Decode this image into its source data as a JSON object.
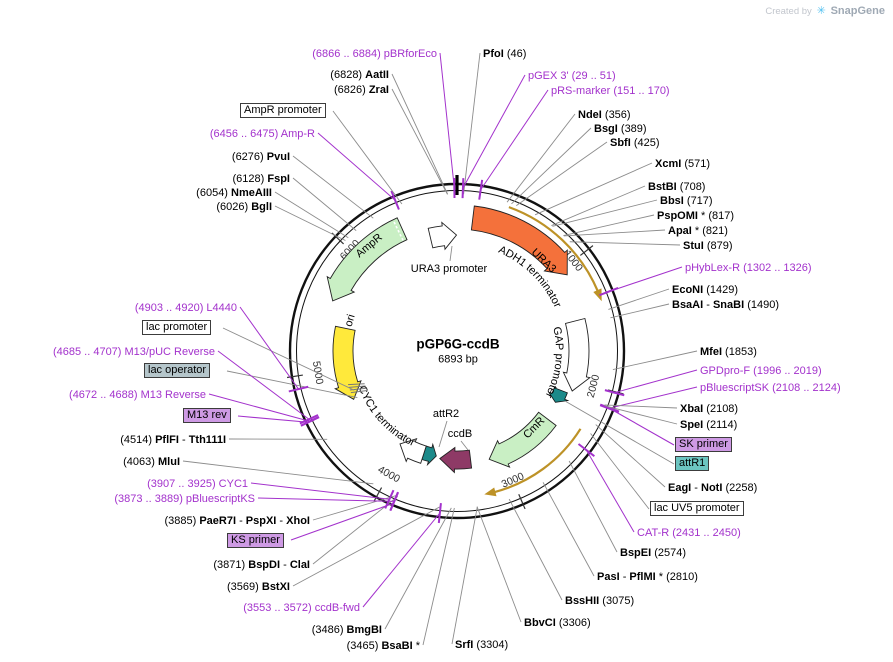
{
  "watermark": {
    "created_by": "Created by",
    "brand": "SnapGene"
  },
  "plasmid": {
    "name": "pGP6G-ccdB",
    "size_label": "6893 bp",
    "length_bp": 6893
  },
  "tick_labels": [
    "1000",
    "2000",
    "3000",
    "4000",
    "5000",
    "6000"
  ],
  "colors": {
    "primer": "#A332CC",
    "leader": "#8C8C8C",
    "gold": "#BD9227",
    "ring": "#111111",
    "tick": "#333333",
    "box_purple": "#CE9AE4",
    "box_teal": "#6CC5C1",
    "box_gray": "#B5C6CB",
    "box_white": "#FFFFFF"
  },
  "features": [
    {
      "id": "ampr",
      "label": "AmpR",
      "fill": "#C9EFC4"
    },
    {
      "id": "ura3prom",
      "label": "URA3 promoter",
      "fill": "#FFFFFF"
    },
    {
      "id": "ura3",
      "label": "URA3",
      "fill": "#F4713B"
    },
    {
      "id": "adh1",
      "label": "ADH1 terminator",
      "fill": "#FFFFFF"
    },
    {
      "id": "gapprom",
      "label": "GAP promoter",
      "fill": "#FFFFFF"
    },
    {
      "id": "cmr",
      "label": "CmR",
      "fill": "#C9EFC4"
    },
    {
      "id": "ccdb",
      "label": "ccdB",
      "fill": "#8E3A66"
    },
    {
      "id": "attr2",
      "label": "attR2",
      "fill": "#1C8A8A"
    },
    {
      "id": "cyc1t",
      "label": "CYC1 terminator",
      "fill": "#FFFFFF"
    },
    {
      "id": "ori",
      "label": "ori",
      "fill": "#FFE93B"
    }
  ],
  "labels": [
    {
      "id": "pbrforeco",
      "kind": "primer",
      "parts": [
        {
          "t": "(6866 .. 6884) pBRforEco",
          "b": 0
        }
      ]
    },
    {
      "id": "pfoi",
      "kind": "enzyme",
      "parts": [
        {
          "t": "PfoI",
          "b": 1
        },
        {
          "t": "  (46)",
          "b": 0
        }
      ]
    },
    {
      "id": "pgex3",
      "kind": "primer",
      "parts": [
        {
          "t": "pGEX 3'  (29 .. 51)",
          "b": 0
        }
      ]
    },
    {
      "id": "prsmarker",
      "kind": "primer",
      "parts": [
        {
          "t": "pRS-marker  (151 .. 170)",
          "b": 0
        }
      ]
    },
    {
      "id": "ndei",
      "kind": "enzyme",
      "parts": [
        {
          "t": "NdeI",
          "b": 1
        },
        {
          "t": "  (356)",
          "b": 0
        }
      ]
    },
    {
      "id": "bsgi",
      "kind": "enzyme",
      "parts": [
        {
          "t": "BsgI",
          "b": 1
        },
        {
          "t": "  (389)",
          "b": 0
        }
      ]
    },
    {
      "id": "sbfi",
      "kind": "enzyme",
      "parts": [
        {
          "t": "SbfI",
          "b": 1
        },
        {
          "t": "  (425)",
          "b": 0
        }
      ]
    },
    {
      "id": "xcmi",
      "kind": "enzyme",
      "parts": [
        {
          "t": "XcmI",
          "b": 1
        },
        {
          "t": "  (571)",
          "b": 0
        }
      ]
    },
    {
      "id": "bstbi",
      "kind": "enzyme",
      "parts": [
        {
          "t": "BstBI",
          "b": 1
        },
        {
          "t": "  (708)",
          "b": 0
        }
      ]
    },
    {
      "id": "bbsi",
      "kind": "enzyme",
      "parts": [
        {
          "t": "BbsI",
          "b": 1
        },
        {
          "t": "  (717)",
          "b": 0
        }
      ]
    },
    {
      "id": "pspomi",
      "kind": "enzyme",
      "parts": [
        {
          "t": "PspOMI",
          "b": 1
        },
        {
          "t": " *  (817)",
          "b": 0
        }
      ]
    },
    {
      "id": "apai",
      "kind": "enzyme",
      "parts": [
        {
          "t": "ApaI",
          "b": 1
        },
        {
          "t": " *  (821)",
          "b": 0
        }
      ]
    },
    {
      "id": "stui",
      "kind": "enzyme",
      "parts": [
        {
          "t": "StuI",
          "b": 1
        },
        {
          "t": "  (879)",
          "b": 0
        }
      ]
    },
    {
      "id": "phyblexr",
      "kind": "primer",
      "parts": [
        {
          "t": "pHybLex-R  (1302 .. 1326)",
          "b": 0
        }
      ]
    },
    {
      "id": "econi",
      "kind": "enzyme",
      "parts": [
        {
          "t": "EcoNI",
          "b": 1
        },
        {
          "t": "  (1429)",
          "b": 0
        }
      ]
    },
    {
      "id": "bsaai",
      "kind": "enzyme",
      "parts": [
        {
          "t": "BsaAI",
          "b": 1
        },
        {
          "t": " - ",
          "b": 0
        },
        {
          "t": "SnaBI",
          "b": 1
        },
        {
          "t": "  (1490)",
          "b": 0
        }
      ]
    },
    {
      "id": "mfei",
      "kind": "enzyme",
      "parts": [
        {
          "t": "MfeI",
          "b": 1
        },
        {
          "t": "  (1853)",
          "b": 0
        }
      ]
    },
    {
      "id": "gpdprof",
      "kind": "primer",
      "parts": [
        {
          "t": "GPDpro-F  (1996 .. 2019)",
          "b": 0
        }
      ]
    },
    {
      "id": "pbssk",
      "kind": "primer",
      "parts": [
        {
          "t": "pBluescriptSK  (2108 .. 2124)",
          "b": 0
        }
      ]
    },
    {
      "id": "xbai",
      "kind": "enzyme",
      "parts": [
        {
          "t": "XbaI",
          "b": 1
        },
        {
          "t": "  (2108)",
          "b": 0
        }
      ]
    },
    {
      "id": "spei",
      "kind": "enzyme",
      "parts": [
        {
          "t": "SpeI",
          "b": 1
        },
        {
          "t": "  (2114)",
          "b": 0
        }
      ]
    },
    {
      "id": "skprimer",
      "kind": "box",
      "text": "SK primer",
      "fill": "#CE9AE4"
    },
    {
      "id": "attr1",
      "kind": "box",
      "text": "attR1",
      "fill": "#6CC5C1"
    },
    {
      "id": "eagi",
      "kind": "enzyme",
      "parts": [
        {
          "t": "EagI",
          "b": 1
        },
        {
          "t": " - ",
          "b": 0
        },
        {
          "t": "NotI",
          "b": 1
        },
        {
          "t": "  (2258)",
          "b": 0
        }
      ]
    },
    {
      "id": "lacuv5",
      "kind": "box",
      "text": "lac UV5 promoter",
      "fill": "#FFFFFF"
    },
    {
      "id": "catr",
      "kind": "primer",
      "parts": [
        {
          "t": "CAT-R  (2431 .. 2450)",
          "b": 0
        }
      ]
    },
    {
      "id": "bspei",
      "kind": "enzyme",
      "parts": [
        {
          "t": "BspEI",
          "b": 1
        },
        {
          "t": "  (2574)",
          "b": 0
        }
      ]
    },
    {
      "id": "pasi",
      "kind": "enzyme",
      "parts": [
        {
          "t": "PasI",
          "b": 1
        },
        {
          "t": " - ",
          "b": 0
        },
        {
          "t": "PflMI",
          "b": 1
        },
        {
          "t": " *  (2810)",
          "b": 0
        }
      ]
    },
    {
      "id": "bsshii",
      "kind": "enzyme",
      "parts": [
        {
          "t": "BssHII",
          "b": 1
        },
        {
          "t": "  (3075)",
          "b": 0
        }
      ]
    },
    {
      "id": "bbvci",
      "kind": "enzyme",
      "parts": [
        {
          "t": "BbvCI",
          "b": 1
        },
        {
          "t": "  (3306)",
          "b": 0
        }
      ]
    },
    {
      "id": "srfi",
      "kind": "enzyme",
      "parts": [
        {
          "t": "SrfI",
          "b": 1
        },
        {
          "t": "  (3304)",
          "b": 0
        }
      ]
    },
    {
      "id": "bsabi",
      "kind": "enzyme",
      "parts": [
        {
          "t": "(3465) ",
          "b": 0
        },
        {
          "t": "BsaBI",
          "b": 1
        },
        {
          "t": " *",
          "b": 0
        }
      ]
    },
    {
      "id": "bmgbi",
      "kind": "enzyme",
      "parts": [
        {
          "t": "(3486) ",
          "b": 0
        },
        {
          "t": "BmgBI",
          "b": 1
        }
      ]
    },
    {
      "id": "ccdbfwd",
      "kind": "primer",
      "parts": [
        {
          "t": "(3553 .. 3572)  ccdB-fwd",
          "b": 0
        }
      ]
    },
    {
      "id": "bstxi",
      "kind": "enzyme",
      "parts": [
        {
          "t": "(3569) ",
          "b": 0
        },
        {
          "t": "BstXI",
          "b": 1
        }
      ]
    },
    {
      "id": "bspdi",
      "kind": "enzyme",
      "parts": [
        {
          "t": "(3871) ",
          "b": 0
        },
        {
          "t": "BspDI",
          "b": 1
        },
        {
          "t": " - ",
          "b": 0
        },
        {
          "t": "ClaI",
          "b": 1
        }
      ]
    },
    {
      "id": "ksprimer",
      "kind": "box",
      "text": "KS primer",
      "fill": "#CE9AE4"
    },
    {
      "id": "paer7i",
      "kind": "enzyme",
      "parts": [
        {
          "t": "(3885) ",
          "b": 0
        },
        {
          "t": "PaeR7I",
          "b": 1
        },
        {
          "t": " - ",
          "b": 0
        },
        {
          "t": "PspXI",
          "b": 1
        },
        {
          "t": " - ",
          "b": 0
        },
        {
          "t": "XhoI",
          "b": 1
        }
      ]
    },
    {
      "id": "pbsks",
      "kind": "primer",
      "parts": [
        {
          "t": "(3873 .. 3889)  pBluescriptKS",
          "b": 0
        }
      ]
    },
    {
      "id": "cyc1p",
      "kind": "primer",
      "parts": [
        {
          "t": "(3907 .. 3925)  CYC1",
          "b": 0
        }
      ]
    },
    {
      "id": "mlui",
      "kind": "enzyme",
      "parts": [
        {
          "t": "(4063) ",
          "b": 0
        },
        {
          "t": "MluI",
          "b": 1
        }
      ]
    },
    {
      "id": "pflfi",
      "kind": "enzyme",
      "parts": [
        {
          "t": "(4514) ",
          "b": 0
        },
        {
          "t": "PflFI",
          "b": 1
        },
        {
          "t": " - ",
          "b": 0
        },
        {
          "t": "Tth111I",
          "b": 1
        }
      ]
    },
    {
      "id": "m13rev",
      "kind": "box",
      "text": "M13 rev",
      "fill": "#CE9AE4"
    },
    {
      "id": "m13reverse",
      "kind": "primer",
      "parts": [
        {
          "t": "(4672 .. 4688)  M13 Reverse",
          "b": 0
        }
      ]
    },
    {
      "id": "lacop",
      "kind": "box",
      "text": "lac operator",
      "fill": "#B5C6CB"
    },
    {
      "id": "m13puc",
      "kind": "primer",
      "parts": [
        {
          "t": "(4685 .. 4707)  M13/pUC Reverse",
          "b": 0
        }
      ]
    },
    {
      "id": "lacprom",
      "kind": "box",
      "text": "lac promoter",
      "fill": "#FFFFFF"
    },
    {
      "id": "l4440",
      "kind": "primer",
      "parts": [
        {
          "t": "(4903 .. 4920)  L4440",
          "b": 0
        }
      ]
    },
    {
      "id": "bgli",
      "kind": "enzyme",
      "parts": [
        {
          "t": "(6026) ",
          "b": 0
        },
        {
          "t": "BglI",
          "b": 1
        }
      ]
    },
    {
      "id": "nmeaiii",
      "kind": "enzyme",
      "parts": [
        {
          "t": "(6054) ",
          "b": 0
        },
        {
          "t": "NmeAIII",
          "b": 1
        }
      ]
    },
    {
      "id": "fspi",
      "kind": "enzyme",
      "parts": [
        {
          "t": "(6128) ",
          "b": 0
        },
        {
          "t": "FspI",
          "b": 1
        }
      ]
    },
    {
      "id": "pvui",
      "kind": "enzyme",
      "parts": [
        {
          "t": "(6276) ",
          "b": 0
        },
        {
          "t": "PvuI",
          "b": 1
        }
      ]
    },
    {
      "id": "ampr_r",
      "kind": "primer",
      "parts": [
        {
          "t": "(6456 .. 6475)  Amp-R",
          "b": 0
        }
      ]
    },
    {
      "id": "amprprom",
      "kind": "box",
      "text": "AmpR promoter",
      "fill": "#FFFFFF"
    },
    {
      "id": "zrai",
      "kind": "enzyme",
      "parts": [
        {
          "t": "(6826) ",
          "b": 0
        },
        {
          "t": "ZraI",
          "b": 1
        }
      ]
    },
    {
      "id": "aatii",
      "kind": "enzyme",
      "parts": [
        {
          "t": "(6828) ",
          "b": 0
        },
        {
          "t": "AatII",
          "b": 1
        }
      ]
    }
  ]
}
